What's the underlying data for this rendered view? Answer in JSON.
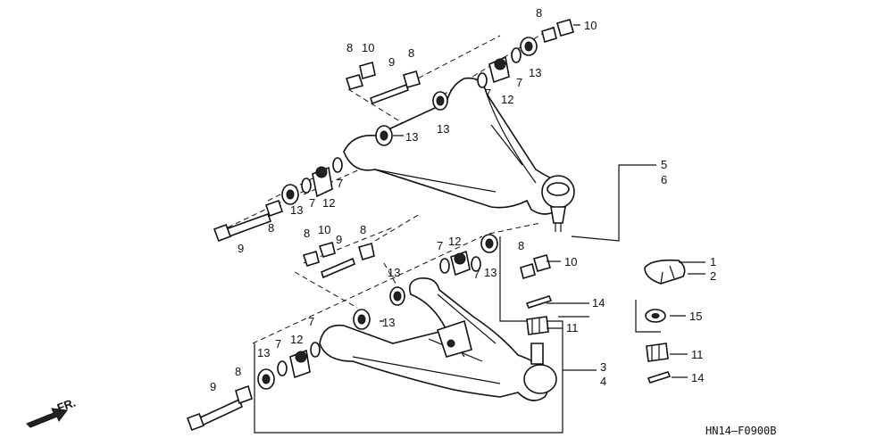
{
  "labels": {
    "n1": "1",
    "n2": "2",
    "n3": "3",
    "n4": "4",
    "n5": "5",
    "n6": "6",
    "n7": "7",
    "n8": "8",
    "n9": "9",
    "n10": "10",
    "n11": "11",
    "n12": "12",
    "n13": "13",
    "n14": "14",
    "n15": "15"
  },
  "front_label": "FR.",
  "diagram_code": "HN14—F0900B"
}
